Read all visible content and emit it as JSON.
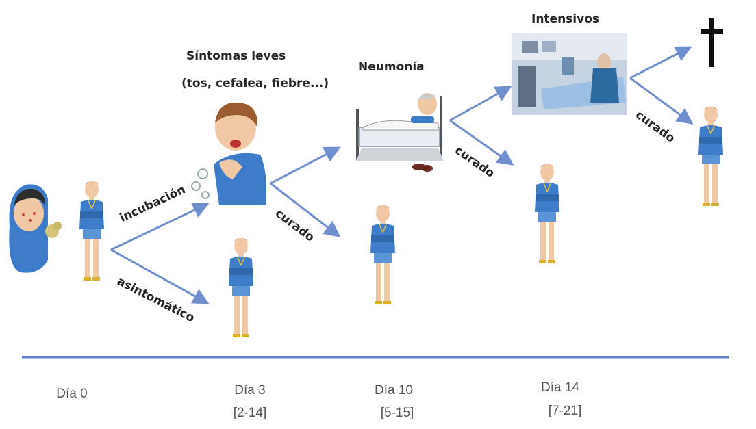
{
  "stages": {
    "mild_title_line1": "Síntomas leves",
    "mild_title_line2": "(tos, cefalea, fiebre...)",
    "pneumonia_title": "Neumonía",
    "icu_title": "Intensivos"
  },
  "edges": {
    "incubation": "incubación",
    "asymptomatic": "asintomático",
    "cured_1": "curado",
    "cured_2": "curado",
    "cured_3": "curado"
  },
  "timeline": {
    "day0": "Día 0",
    "day3": "Día 3",
    "day3_range": "[2-14]",
    "day10": "Día 10",
    "day10_range": "[5-15]",
    "day14": "Día 14",
    "day14_range": "[7-21]"
  },
  "icons": {
    "death": "cross-icon",
    "infector": "sneezing-person-icon",
    "patient": "healthy-person-icon",
    "coughing": "coughing-person-icon",
    "hospital_bed": "hospital-bed-icon",
    "icu": "icu-room-icon"
  },
  "colors": {
    "arrow": "#6f8fce",
    "timeline": "#5b7fd0",
    "shirt": "#3d7cc9"
  }
}
